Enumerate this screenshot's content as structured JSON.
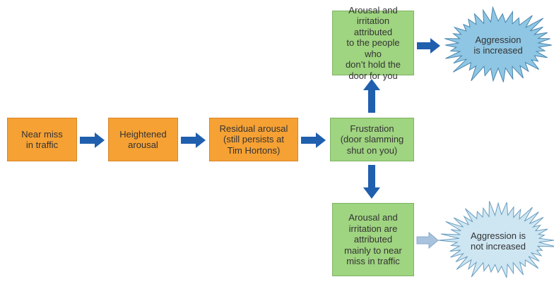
{
  "boxes": {
    "near_miss": "Near miss\nin traffic",
    "heightened": "Heightened\narousal",
    "residual": "Residual arousal\n(still persists at\nTim Hortons)",
    "frustration": "Frustration\n(door slamming\nshut on you)",
    "attributed_people": "Arousal and\nirritation attributed\nto the people who\ndon’t hold the\ndoor for you",
    "attributed_traffic": "Arousal and\nirritation are\nattributed\nmainly to near\nmiss in traffic"
  },
  "outcomes": {
    "increased": "Aggression\nis increased",
    "not_increased": "Aggression is\nnot increased"
  },
  "colors": {
    "orange": "#f6a134",
    "green": "#9fd480",
    "arrow": "#1f5fae",
    "arrow_light": "#a9c3df",
    "burst_dark": "#8fc6e3",
    "burst_light": "#cde6f2"
  }
}
